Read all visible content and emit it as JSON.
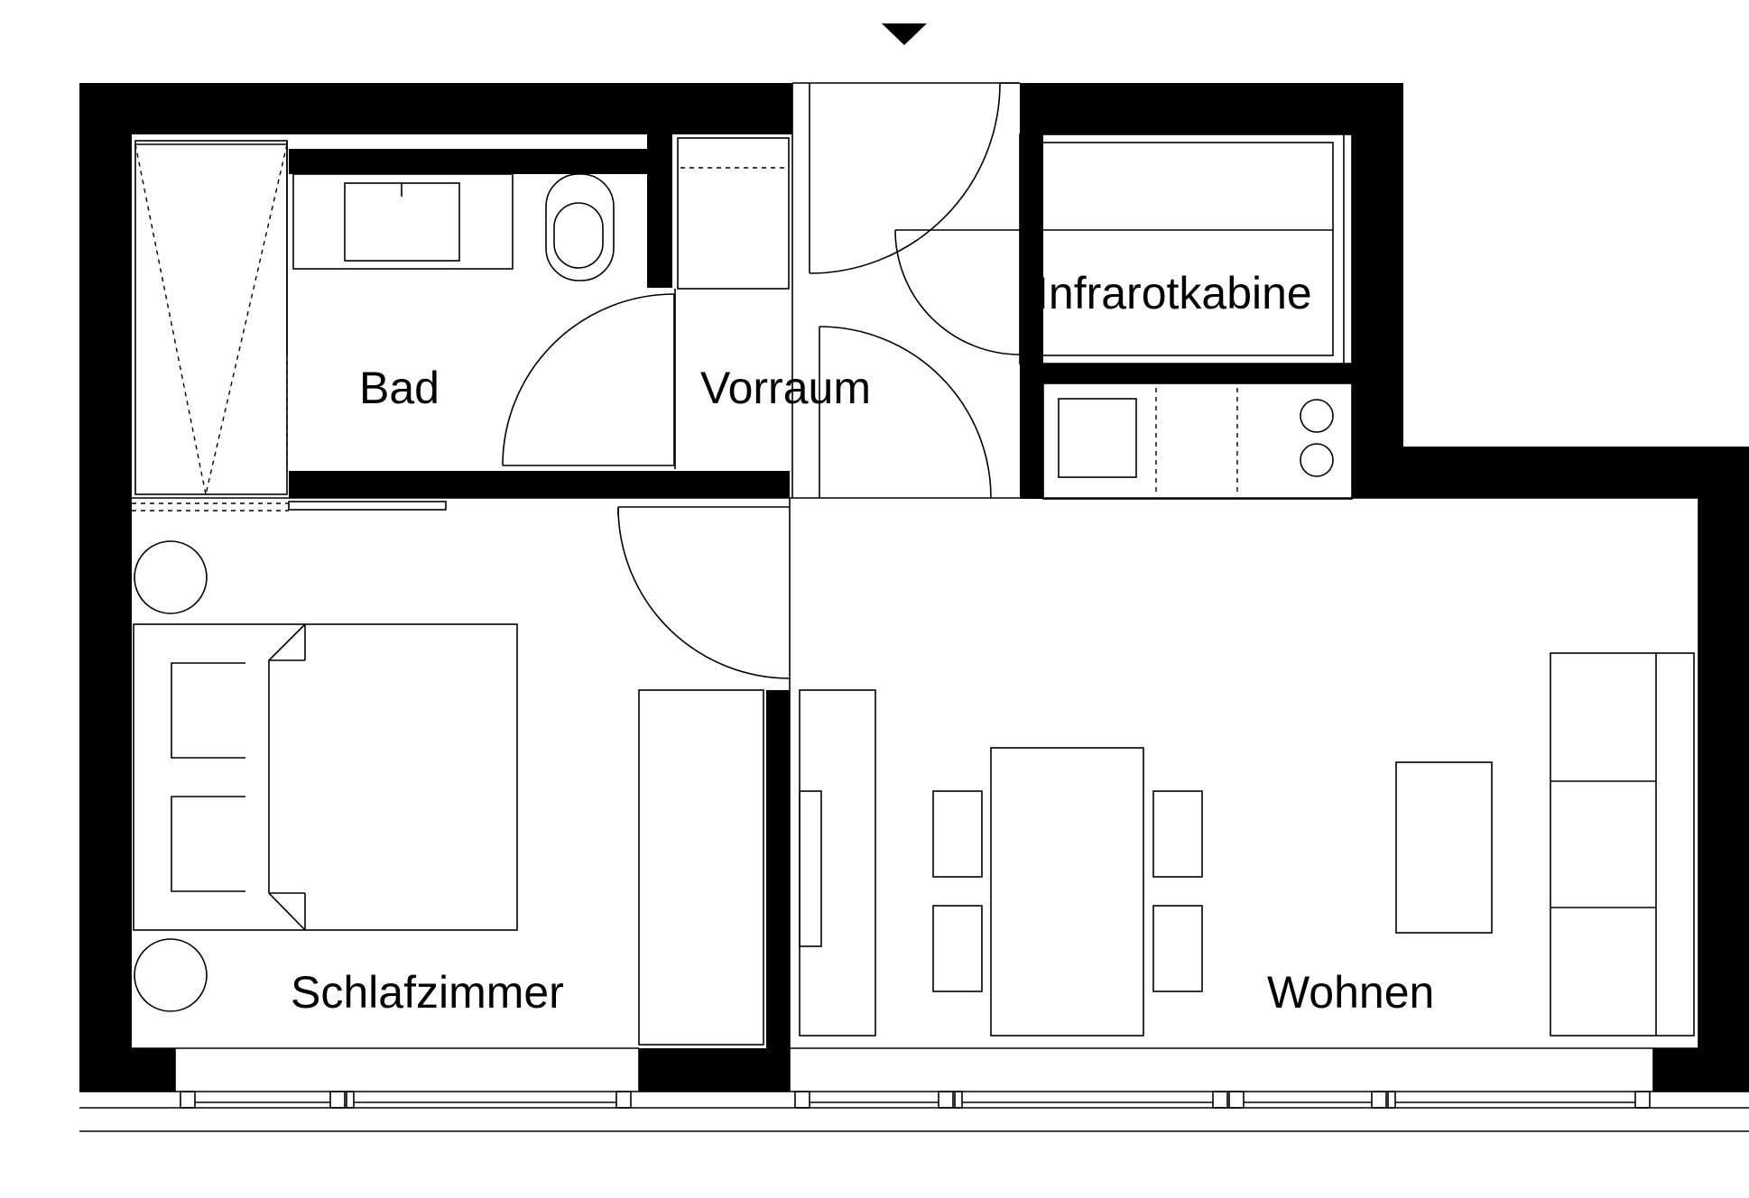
{
  "floor_plan": {
    "entrance_marker": "entrance-arrow",
    "rooms": {
      "bad": "Bad",
      "vorraum": "Vorraum",
      "infrarotkabine": "Infrarotkabine",
      "schlafzimmer": "Schlafzimmer",
      "wohnen": "Wohnen"
    }
  },
  "colors": {
    "wall": "#000000",
    "background": "#ffffff"
  }
}
